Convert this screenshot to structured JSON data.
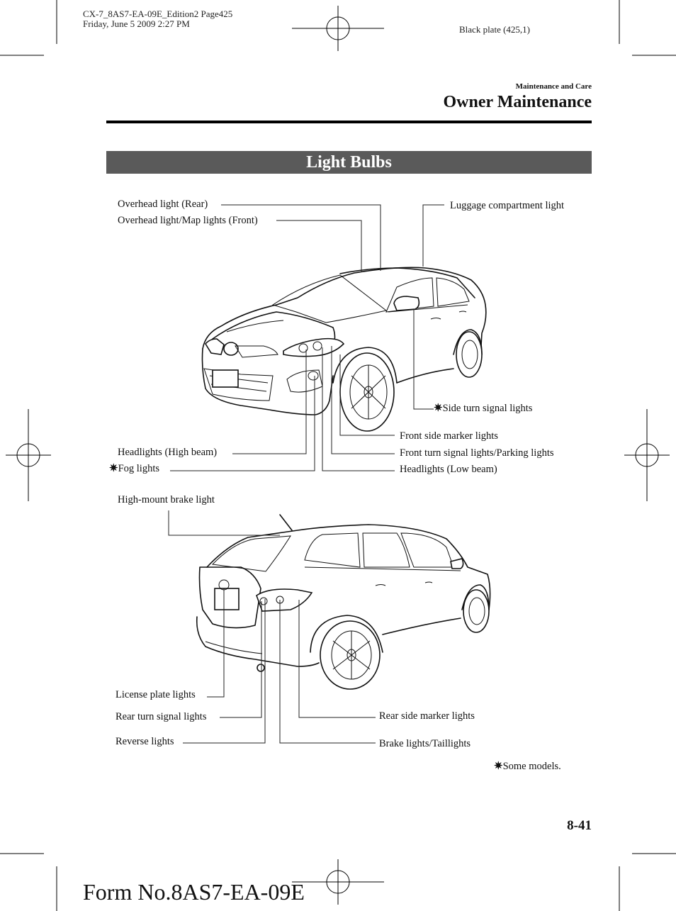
{
  "print_info": {
    "line1": "CX-7_8AS7-EA-09E_Edition2 Page425",
    "line2": "Friday, June 5 2009 2:27 PM",
    "plate": "Black plate (425,1)"
  },
  "header": {
    "section": "Maintenance and Care",
    "title": "Owner Maintenance"
  },
  "banner": {
    "title": "Light Bulbs"
  },
  "front_view": {
    "labels": {
      "overhead_rear": "Overhead light (Rear)",
      "overhead_front": "Overhead light/Map lights (Front)",
      "luggage": "Luggage compartment light",
      "side_turn": "Side turn signal lights",
      "front_side_marker": "Front side marker lights",
      "headlights_high": "Headlights (High beam)",
      "front_turn": "Front turn signal lights/Parking lights",
      "fog": "Fog lights",
      "headlights_low": "Headlights (Low beam)"
    }
  },
  "rear_view": {
    "labels": {
      "high_mount": "High-mount brake light",
      "license": "License plate lights",
      "rear_turn": "Rear turn signal lights",
      "rear_side_marker": "Rear side marker lights",
      "reverse": "Reverse lights",
      "brake_tail": "Brake lights/Taillights"
    }
  },
  "footnote": {
    "symbol": "✷",
    "text": "Some models."
  },
  "footer": {
    "page_number": "8-41",
    "form_number": "Form No.8AS7-EA-09E"
  }
}
